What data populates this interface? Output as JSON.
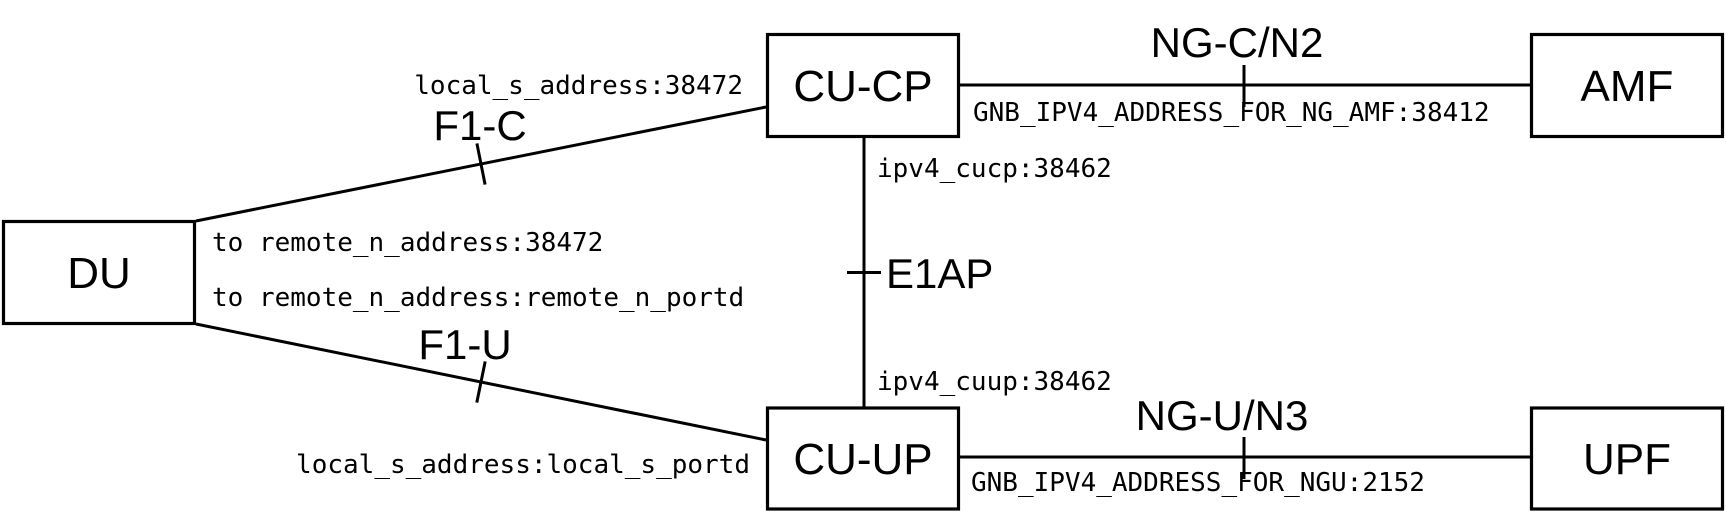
{
  "diagram": {
    "nodes": [
      {
        "id": "du",
        "label": "DU"
      },
      {
        "id": "cucp",
        "label": "CU-CP"
      },
      {
        "id": "cuup",
        "label": "CU-UP"
      },
      {
        "id": "amf",
        "label": "AMF"
      },
      {
        "id": "upf",
        "label": "UPF"
      }
    ],
    "interfaces": {
      "f1c": "F1-C",
      "f1u": "F1-U",
      "e1ap": "E1AP",
      "ngc": "NG-C/N2",
      "ngu": "NG-U/N3"
    },
    "annotations": {
      "f1c_local": "local_s_address:38472",
      "du_remote1": "to remote_n_address:38472",
      "du_remote2": "to remote_n_address:remote_n_portd",
      "f1u_local": "local_s_address:local_s_portd",
      "cucp_ip": "ipv4_cucp:38462",
      "cuup_ip": "ipv4_cuup:38462",
      "ng_amf": "GNB_IPV4_ADDRESS_FOR_NG_AMF:38412",
      "ngu_addr": "GNB_IPV4_ADDRESS_FOR_NGU:2152"
    },
    "colors": {
      "line": "#000000",
      "background": "#ffffff",
      "box_fill": "#ffffff"
    }
  }
}
